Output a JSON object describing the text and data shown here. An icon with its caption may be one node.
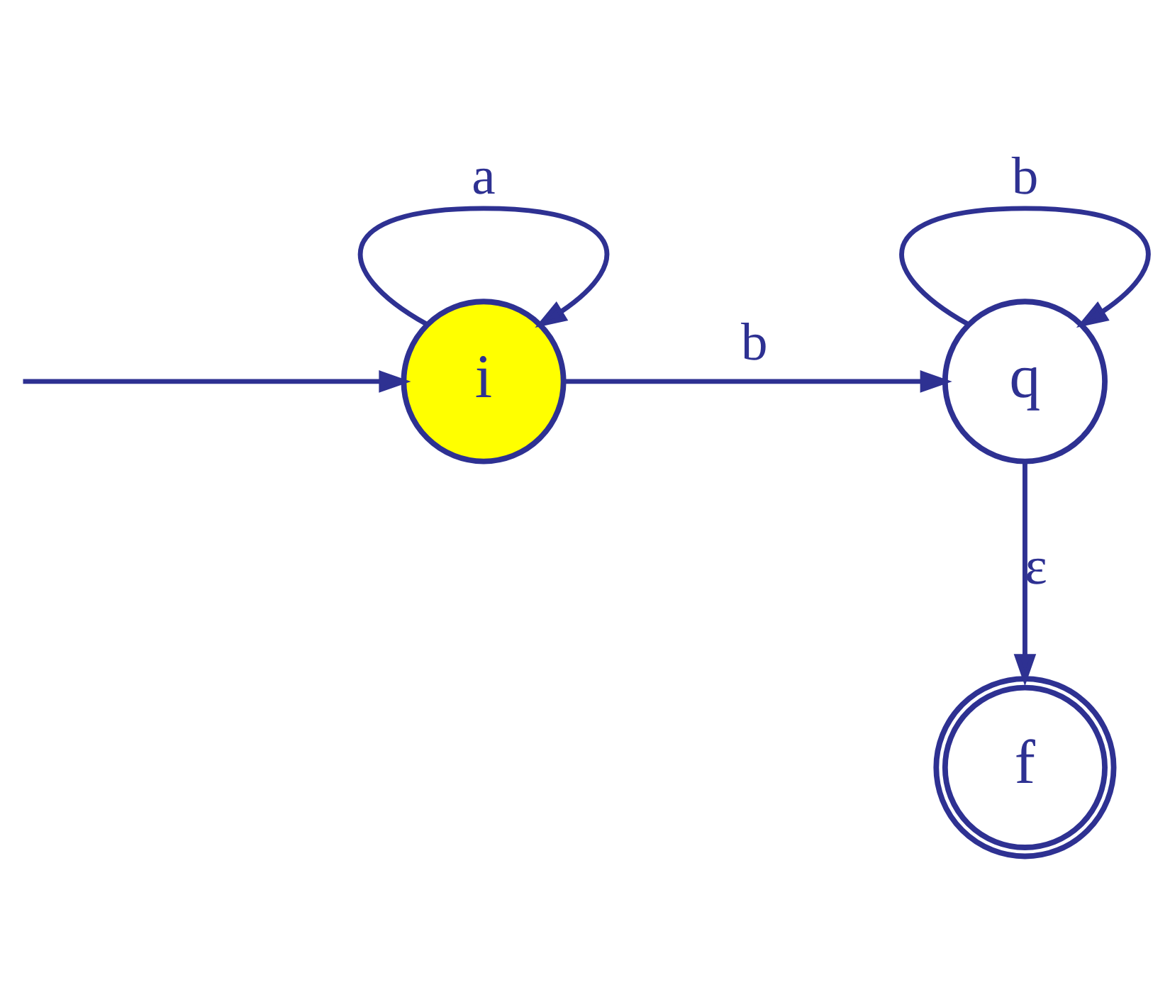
{
  "diagram": {
    "nodes": [
      {
        "text": [
          "i"
        ]
      },
      {
        "text": [
          "q"
        ]
      },
      {
        "text": [
          "f"
        ]
      }
    ],
    "edges": [
      {
        "from": null,
        "to": 0,
        "arrow": "to"
      },
      {
        "from": 0,
        "to": 0,
        "arrow": "to",
        "label": "a"
      },
      {
        "from": 0,
        "to": 1,
        "arrow": "to",
        "label": "b"
      },
      {
        "from": 1,
        "to": 1,
        "arrow": "to",
        "label": "b"
      },
      {
        "from": 1,
        "to": 2,
        "arrow": "to",
        "label": "ε"
      }
    ]
  }
}
